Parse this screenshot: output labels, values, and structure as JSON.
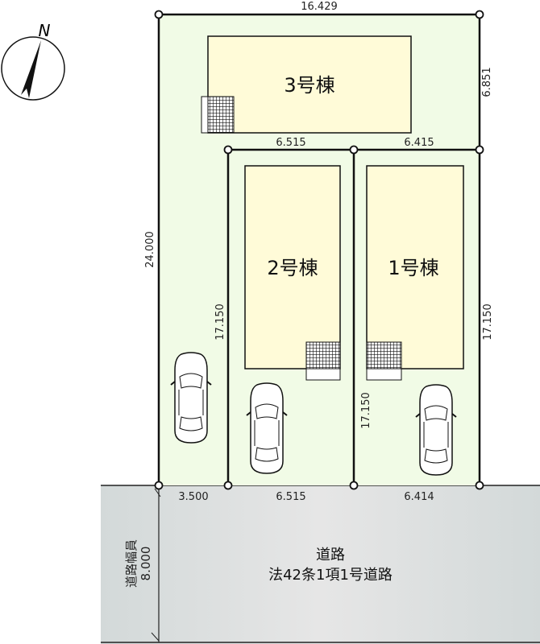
{
  "compass": {
    "label": "N"
  },
  "dimensions": {
    "top": "16.429",
    "right_upper": "6.851",
    "left": "24.000",
    "lot2_left": "17.150",
    "lot2_top": "6.515",
    "lot1_top": "6.415",
    "lot1_left": "17.150",
    "lot1_right": "17.150",
    "front_access": "3.500",
    "front_lot2": "6.515",
    "front_lot1": "6.414"
  },
  "houses": {
    "h3": "3号棟",
    "h2": "2号棟",
    "h1": "1号棟"
  },
  "road": {
    "title": "道路",
    "type": "法42条1項1号道路",
    "width_label": "道路幅員",
    "width_value": "8.000"
  },
  "colors": {
    "lot": "#f1fbe6",
    "house": "#fffbd8",
    "road": "#dde0e0"
  }
}
